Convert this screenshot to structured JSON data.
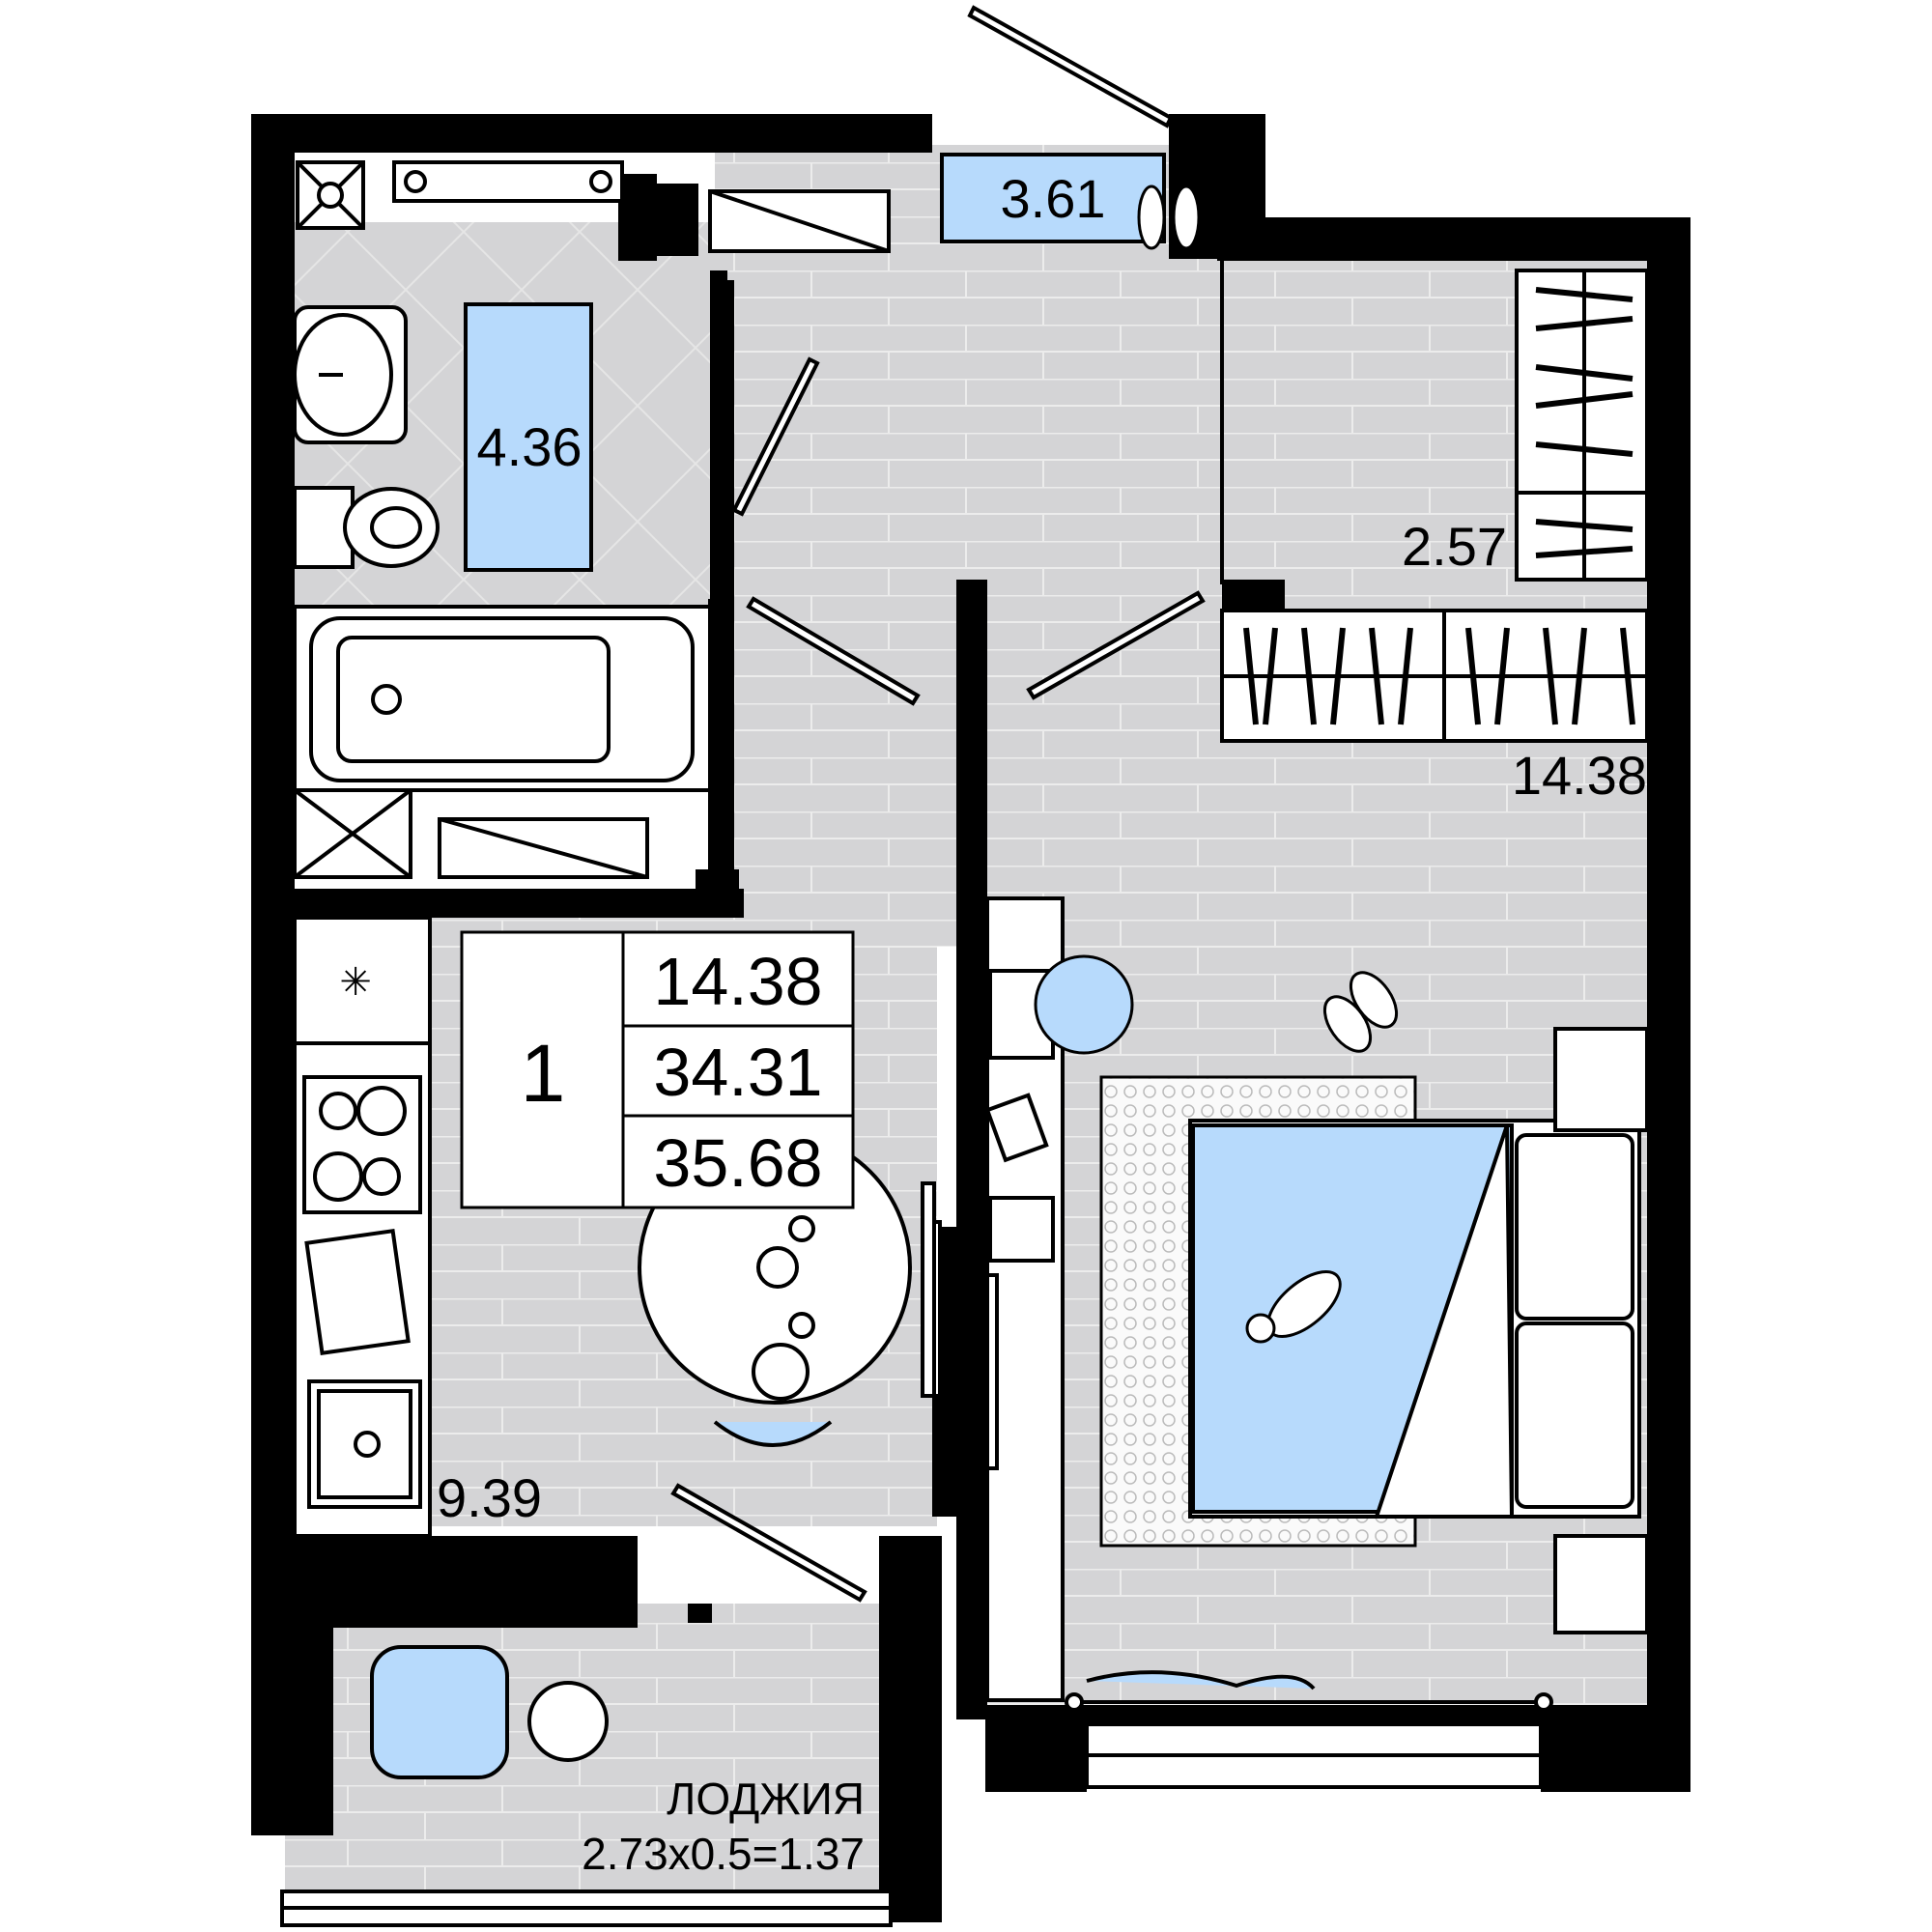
{
  "rooms": {
    "bathroom_area": "4.36",
    "hall_area": "3.61",
    "wardrobe_area": "2.57",
    "bedroom_area": "14.38",
    "kitchen_area": "9.39"
  },
  "summary": {
    "rooms_count": "1",
    "living_area": "14.38",
    "total_area": "34.31",
    "area_with_loggia": "35.68"
  },
  "loggia": {
    "title": "ЛОДЖИЯ",
    "formula": "2.73x0.5=1.37"
  },
  "colors": {
    "wall": "#000000",
    "floor": "#d4d4d6",
    "accent_blue": "#b7dafc",
    "line": "#222222"
  }
}
